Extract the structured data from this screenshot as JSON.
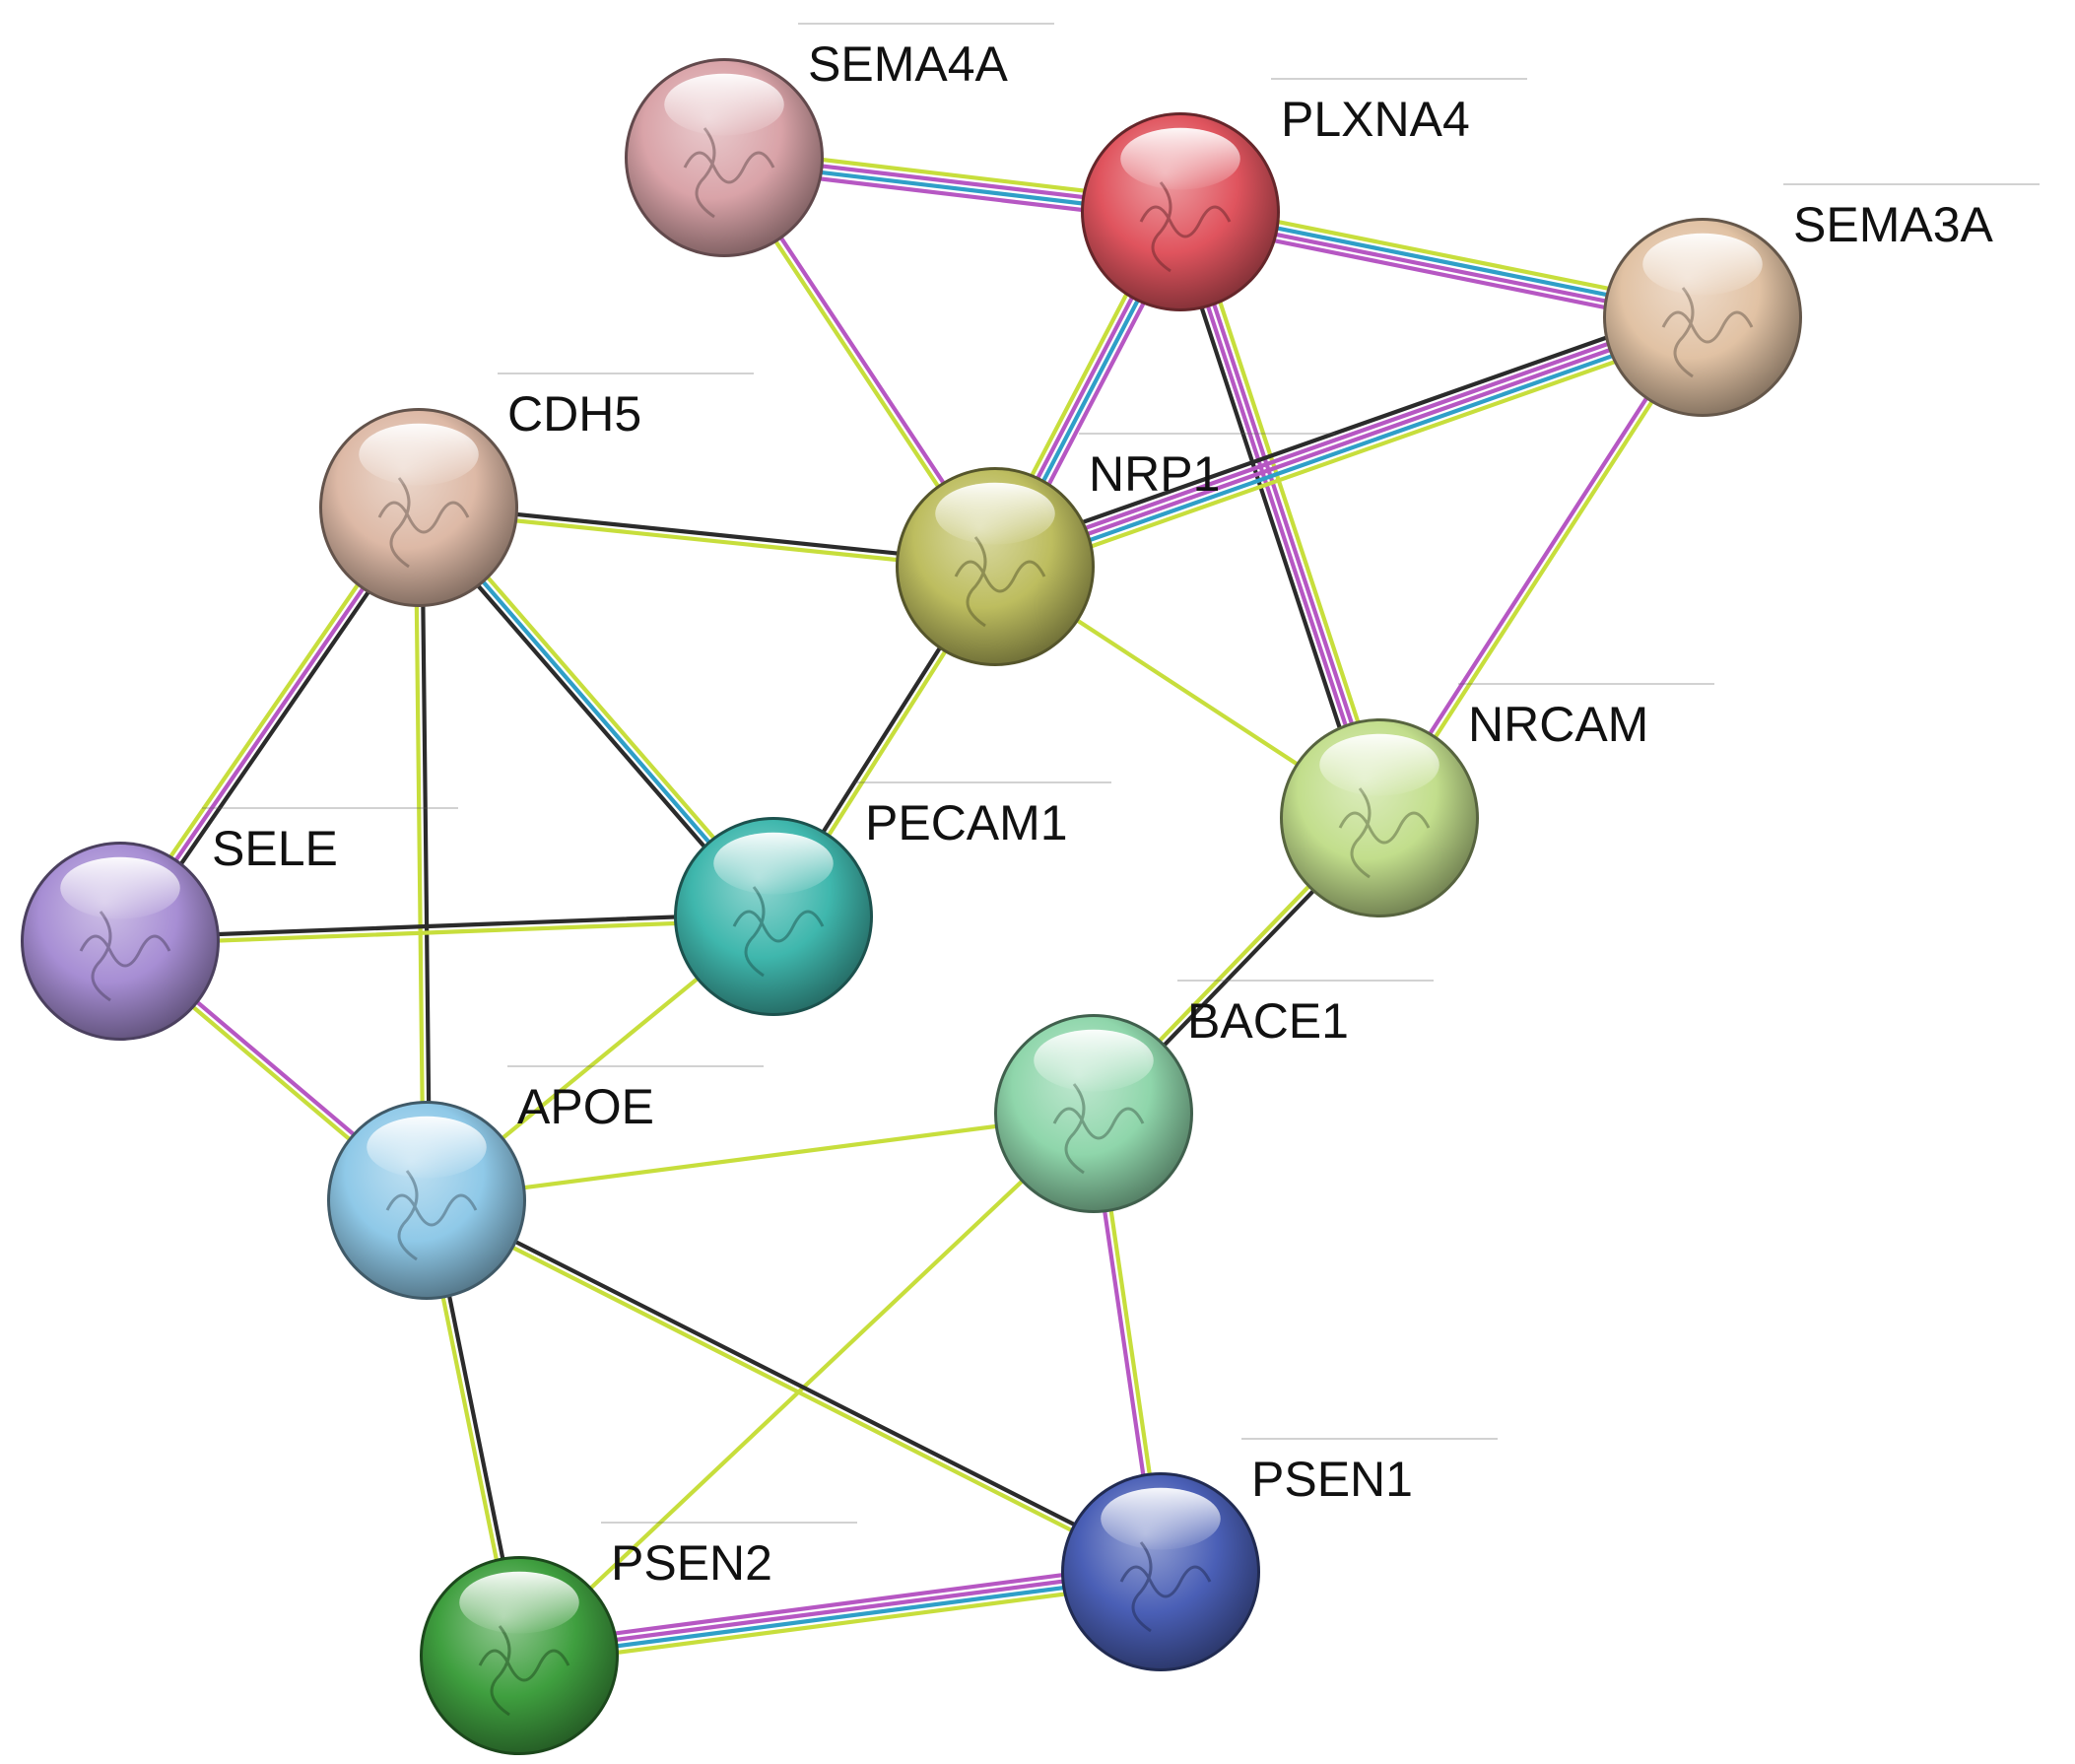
{
  "nodes": [
    {
      "id": "SEMA4A",
      "label": "SEMA4A",
      "color": "#d9a3a8"
    },
    {
      "id": "PLXNA4",
      "label": "PLXNA4",
      "color": "#e0545e"
    },
    {
      "id": "SEMA3A",
      "label": "SEMA3A",
      "color": "#e1c2a4"
    },
    {
      "id": "CDH5",
      "label": "CDH5",
      "color": "#ddb9a6"
    },
    {
      "id": "NRP1",
      "label": "NRP1",
      "color": "#bdbd5f"
    },
    {
      "id": "NRCAM",
      "label": "NRCAM",
      "color": "#c2de8c"
    },
    {
      "id": "SELE",
      "label": "SELE",
      "color": "#a78ed4"
    },
    {
      "id": "PECAM1",
      "label": "PECAM1",
      "color": "#3fb7ad"
    },
    {
      "id": "BACE1",
      "label": "BACE1",
      "color": "#8fd6ab"
    },
    {
      "id": "APOE",
      "label": "APOE",
      "color": "#8fc9e8"
    },
    {
      "id": "PSEN1",
      "label": "PSEN1",
      "color": "#4a5fb6"
    },
    {
      "id": "PSEN2",
      "label": "PSEN2",
      "color": "#3f9f3f"
    }
  ],
  "evidence_colors": {
    "text_mining": "#c7de3c",
    "coexpression": "#2b2b2b",
    "experiments": "#b657c3",
    "databases": "#2f9fc8"
  },
  "edges": [
    {
      "from": "SEMA4A",
      "to": "PLXNA4",
      "evidence": [
        "text_mining",
        "experiments",
        "databases",
        "experiments"
      ]
    },
    {
      "from": "SEMA4A",
      "to": "NRP1",
      "evidence": [
        "experiments",
        "text_mining"
      ]
    },
    {
      "from": "PLXNA4",
      "to": "SEMA3A",
      "evidence": [
        "text_mining",
        "databases",
        "experiments",
        "experiments"
      ]
    },
    {
      "from": "PLXNA4",
      "to": "NRP1",
      "evidence": [
        "experiments",
        "databases",
        "experiments",
        "text_mining"
      ]
    },
    {
      "from": "PLXNA4",
      "to": "NRCAM",
      "evidence": [
        "text_mining",
        "experiments",
        "experiments",
        "coexpression"
      ]
    },
    {
      "from": "SEMA3A",
      "to": "NRP1",
      "evidence": [
        "text_mining",
        "databases",
        "experiments",
        "experiments",
        "coexpression"
      ]
    },
    {
      "from": "SEMA3A",
      "to": "NRCAM",
      "evidence": [
        "text_mining",
        "experiments"
      ]
    },
    {
      "from": "CDH5",
      "to": "NRP1",
      "evidence": [
        "coexpression",
        "text_mining"
      ]
    },
    {
      "from": "CDH5",
      "to": "SELE",
      "evidence": [
        "coexpression",
        "experiments",
        "text_mining"
      ]
    },
    {
      "from": "CDH5",
      "to": "PECAM1",
      "evidence": [
        "text_mining",
        "databases",
        "coexpression"
      ]
    },
    {
      "from": "CDH5",
      "to": "APOE",
      "evidence": [
        "coexpression",
        "text_mining"
      ]
    },
    {
      "from": "NRP1",
      "to": "PECAM1",
      "evidence": [
        "text_mining",
        "coexpression"
      ]
    },
    {
      "from": "NRP1",
      "to": "NRCAM",
      "evidence": [
        "text_mining"
      ]
    },
    {
      "from": "SELE",
      "to": "PECAM1",
      "evidence": [
        "coexpression",
        "text_mining"
      ]
    },
    {
      "from": "SELE",
      "to": "APOE",
      "evidence": [
        "experiments",
        "text_mining"
      ]
    },
    {
      "from": "PECAM1",
      "to": "APOE",
      "evidence": [
        "text_mining"
      ]
    },
    {
      "from": "NRCAM",
      "to": "BACE1",
      "evidence": [
        "coexpression",
        "text_mining"
      ]
    },
    {
      "from": "BACE1",
      "to": "APOE",
      "evidence": [
        "text_mining"
      ]
    },
    {
      "from": "BACE1",
      "to": "PSEN1",
      "evidence": [
        "text_mining",
        "experiments"
      ]
    },
    {
      "from": "BACE1",
      "to": "PSEN2",
      "evidence": [
        "text_mining"
      ]
    },
    {
      "from": "APOE",
      "to": "PSEN1",
      "evidence": [
        "coexpression",
        "text_mining"
      ]
    },
    {
      "from": "APOE",
      "to": "PSEN2",
      "evidence": [
        "coexpression",
        "text_mining"
      ]
    },
    {
      "from": "PSEN1",
      "to": "PSEN2",
      "evidence": [
        "text_mining",
        "databases",
        "experiments",
        "experiments"
      ]
    }
  ]
}
